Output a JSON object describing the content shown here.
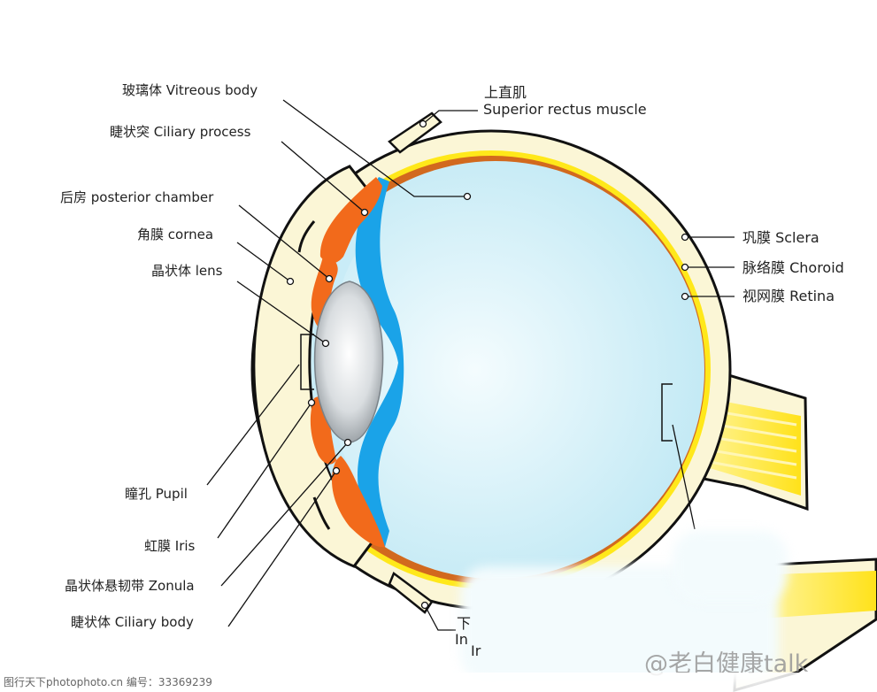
{
  "labels": {
    "vitreous_body": "玻璃体 Vitreous body",
    "ciliary_process": "睫状突  Ciliary process",
    "posterior_chamber": "后房 posterior chamber",
    "cornea": "角膜 cornea",
    "lens": "晶状体 lens",
    "pupil": "瞳孔 Pupil",
    "iris": "虹膜 Iris",
    "zonula": "晶状体悬韧带 Zonula",
    "ciliary_body": "睫状体 Ciliary body",
    "superior_rectus_cn": "上直肌",
    "superior_rectus_en": "Superior rectus muscle",
    "sclera": "巩膜 Sclera",
    "choroid": "脉络膜 Choroid",
    "retina": "视网膜 Retina",
    "inferior_rectus_cn_partial": "下",
    "inferior_rectus_en_partial_1": "In",
    "inferior_rectus_en_partial_2": "Ir"
  },
  "watermark": {
    "channel": "@老白健康talk",
    "footer": "图行天下photophoto.cn   编号：33369239"
  },
  "colors": {
    "sclera_fill": "#fbf6d6",
    "outline": "#111111",
    "choroid": "#d2691e",
    "retina": "#ffe81a",
    "ciliary_body": "#f26a1b",
    "vitreous": "#d8f1f8",
    "aqueous": "#1aa3e8",
    "lens": "#dfe3e6"
  }
}
